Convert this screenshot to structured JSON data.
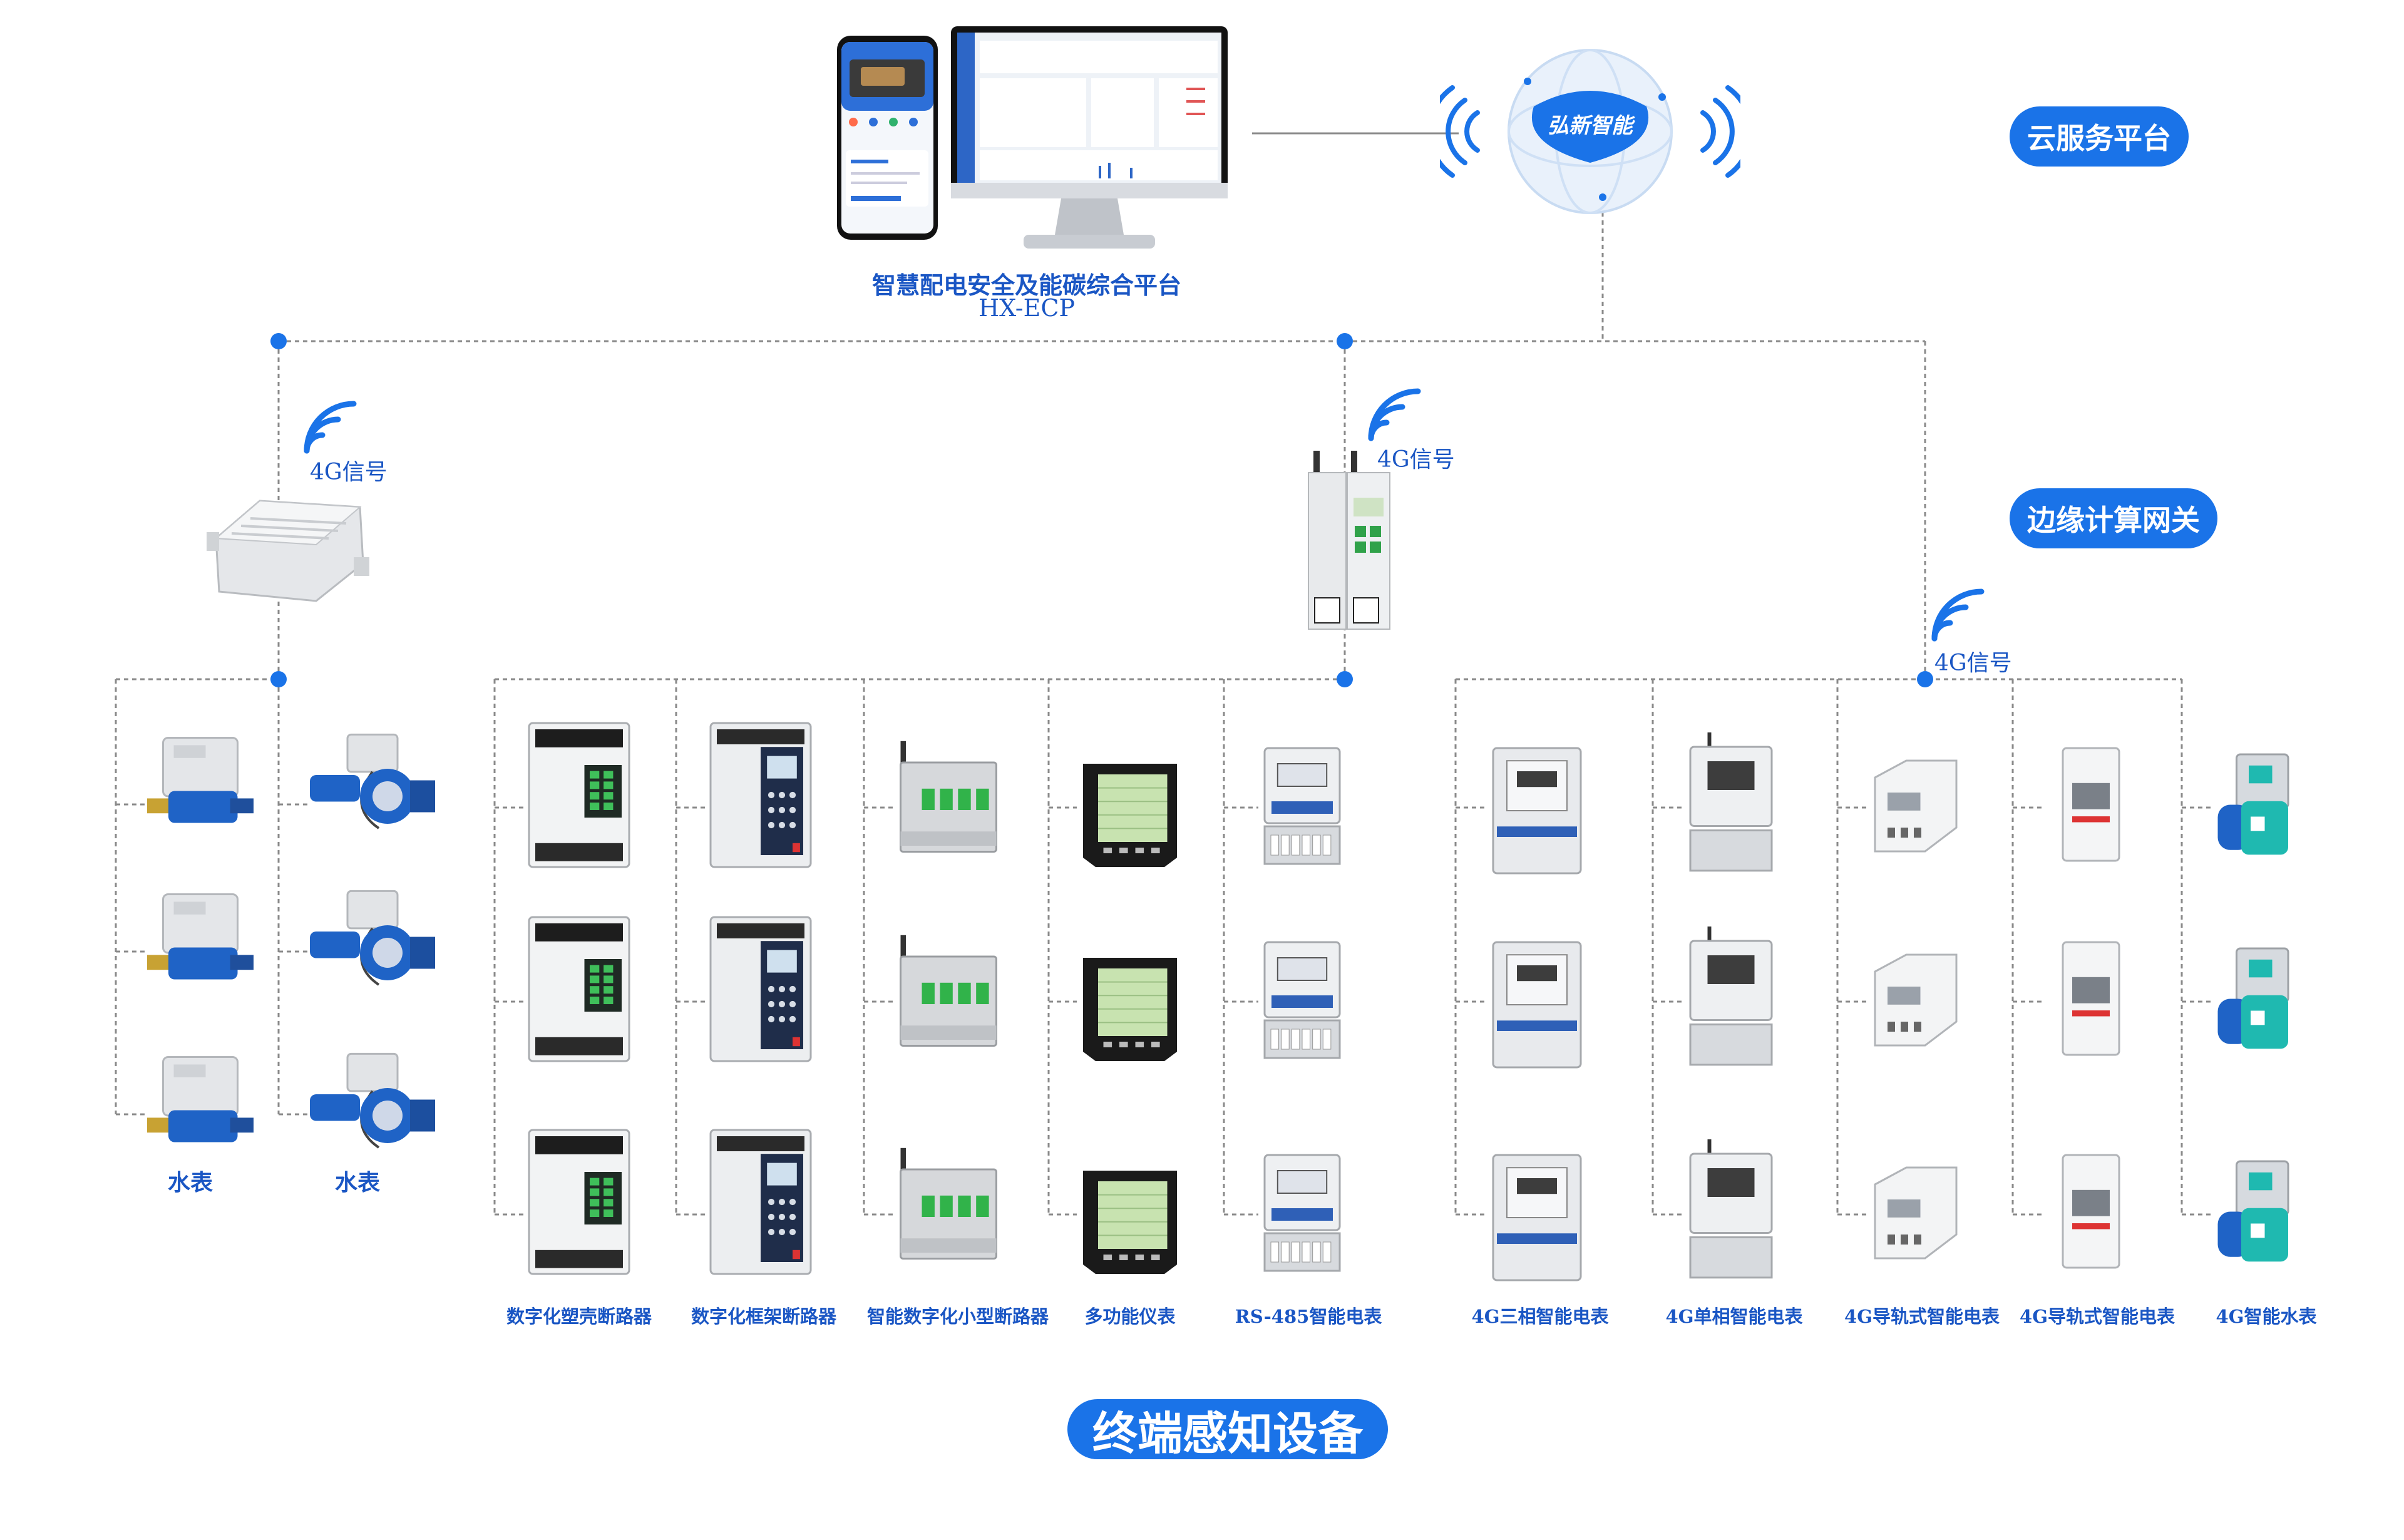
{
  "platform": {
    "title": "智慧配电安全及能碳综合平台",
    "code": "HX-ECP",
    "cloud_label": "云服务平台",
    "cloud_logo_text": "弘新智能"
  },
  "gateway_label": "边缘计算网关",
  "signal_label": "4G信号",
  "bottom_label": "终端感知设备",
  "colors": {
    "accent": "#1a73e8",
    "line": "#8a8a8a",
    "text": "#1a56c4"
  },
  "water_meters": {
    "label_left": "水表",
    "label_right": "水表"
  },
  "devices": [
    {
      "label": "数字化塑壳断路器"
    },
    {
      "label": "数字化框架断路器"
    },
    {
      "label": "智能数字化小型断路器"
    },
    {
      "label": "多功能仪表"
    },
    {
      "label": "RS-485智能电表"
    },
    {
      "label": "4G三相智能电表"
    },
    {
      "label": "4G单相智能电表"
    },
    {
      "label": "4G导轨式智能电表"
    },
    {
      "label": "4G导轨式智能电表"
    },
    {
      "label": "4G智能水表"
    }
  ]
}
